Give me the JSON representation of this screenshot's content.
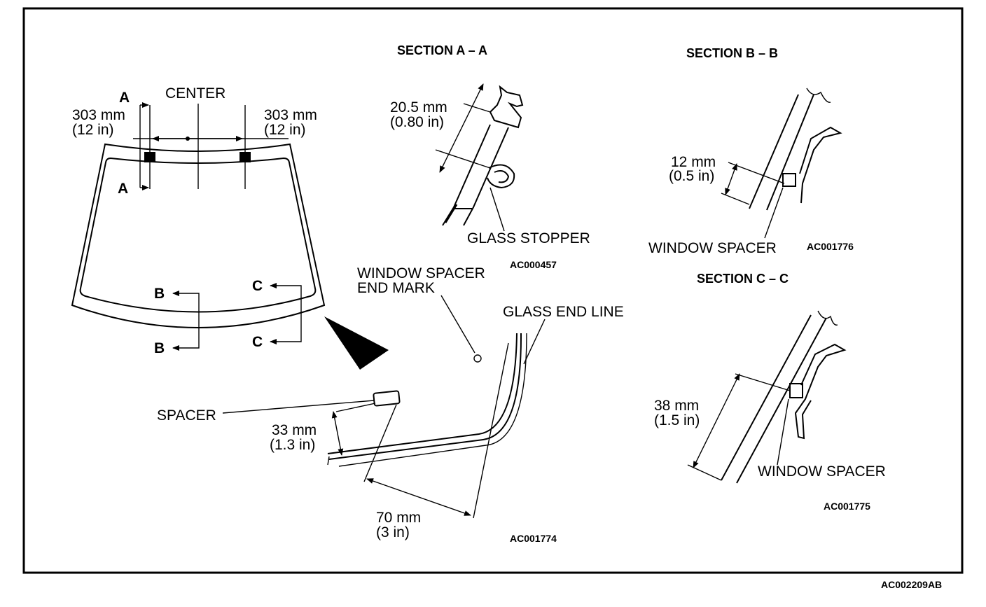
{
  "figure_code": "AC002209AB",
  "windshield": {
    "center_label": "CENTER",
    "left_offset": {
      "mm": "303 mm",
      "in": "(12 in)"
    },
    "right_offset": {
      "mm": "303 mm",
      "in": "(12 in)"
    },
    "section_marks": {
      "a": "A",
      "b": "B",
      "c": "C"
    }
  },
  "section_aa": {
    "title": "SECTION A – A",
    "dim_mm": "20.5 mm",
    "dim_in": "(0.80 in)",
    "part_label": "GLASS STOPPER",
    "code": "AC000457"
  },
  "section_bb": {
    "title": "SECTION B – B",
    "dim_mm": "12 mm",
    "dim_in": "(0.5 in)",
    "part_label": "WINDOW SPACER",
    "code": "AC001776"
  },
  "section_cc": {
    "title": "SECTION C – C",
    "dim_mm": "38 mm",
    "dim_in": "(1.5 in)",
    "part_label": "WINDOW SPACER",
    "code": "AC001775"
  },
  "corner_detail": {
    "end_mark_line1": "WINDOW SPACER",
    "end_mark_line2": "END MARK",
    "glass_end_label": "GLASS END LINE",
    "spacer_label": "SPACER",
    "dim1_mm": "33 mm",
    "dim1_in": "(1.3 in)",
    "dim2_mm": "70 mm",
    "dim2_in": "(3 in)",
    "code": "AC001774"
  }
}
